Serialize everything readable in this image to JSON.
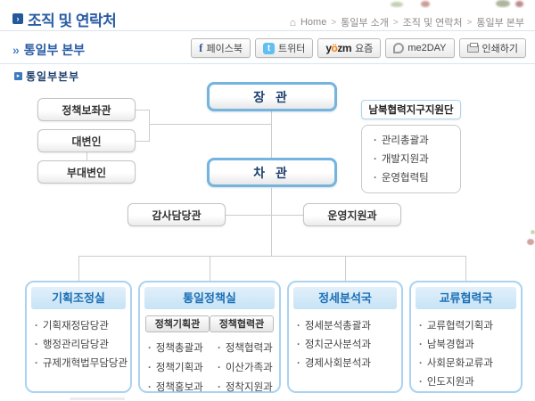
{
  "header": {
    "title": "조직 및 연락처",
    "title_icon": "›",
    "breadcrumb": {
      "home": "Home",
      "sep": ">",
      "items": [
        "통일부 소개",
        "조직 및 연락처",
        "통일부 본부"
      ]
    },
    "subtitle": "통일부 본부",
    "subtitle_chevron": "»",
    "section_label": "통일부본부",
    "share": {
      "facebook": {
        "icon_letter": "f",
        "label": "페이스북"
      },
      "twitter": {
        "icon_letter": "t",
        "label": "트위터"
      },
      "yozm": {
        "logo_y": "y",
        "logo_o": "ö",
        "logo_zm": "zm",
        "label": "요즘"
      },
      "me2day": {
        "label": "me2DAY"
      },
      "print": {
        "label": "인쇄하기"
      }
    }
  },
  "org": {
    "minister": "장 관",
    "vice_minister": "차 관",
    "left_staff": [
      "정책보좌관",
      "대변인",
      "부대변인"
    ],
    "support_unit": {
      "title": "남북협력지구지원단",
      "items": [
        "관리총괄과",
        "개발지원과",
        "운영협력팀"
      ]
    },
    "mid_left": "감사담당관",
    "mid_right": "운영지원과",
    "departments": [
      {
        "title": "기획조정실",
        "items": [
          "기획재정담당관",
          "행정관리담당관",
          "규제개혁법무담당관"
        ]
      },
      {
        "title": "통일정책실",
        "sub_offices": [
          {
            "title": "정책기획관",
            "items": [
              "정책총괄과",
              "정책기획과",
              "정책홍보과"
            ]
          },
          {
            "title": "정책협력관",
            "items": [
              "정책협력과",
              "이산가족과",
              "정착지원과"
            ]
          }
        ]
      },
      {
        "title": "정세분석국",
        "items": [
          "정세분석총괄과",
          "정치군사분석과",
          "경제사회분석과"
        ]
      },
      {
        "title": "교류협력국",
        "items": [
          "교류협력기획과",
          "남북경협과",
          "사회문화교류과",
          "인도지원과"
        ]
      }
    ]
  },
  "colors": {
    "title_blue": "#2a5ca4",
    "box_border_blue": "#74b4e0",
    "dept_border_blue": "#a9d3f1",
    "dept_head_bg": "#c6e3f6",
    "dept_head_text": "#1b6fb5",
    "line_gray": "#cccccc",
    "yozm_orange": "#f57c00",
    "facebook_blue": "#3b5998",
    "twitter_blue": "#62bff1"
  }
}
